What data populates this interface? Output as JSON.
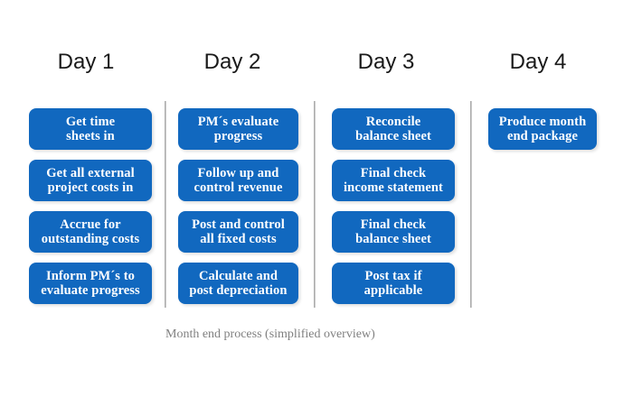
{
  "diagram": {
    "caption": "Month end process (simplified overview)",
    "accent_color": "#1168bf",
    "text_color": "#ffffff",
    "heading_color": "#1a1a1a",
    "caption_color": "#808080",
    "divider_color": "#b3b3b3",
    "background": "#ffffff"
  },
  "columns": [
    {
      "heading": "Day 1",
      "tasks": [
        {
          "label": "Get time\nsheets in"
        },
        {
          "label": "Get all external\nproject costs in"
        },
        {
          "label": "Accrue for\noutstanding costs"
        },
        {
          "label": "Inform PM´s to\nevaluate progress"
        }
      ]
    },
    {
      "heading": "Day 2",
      "tasks": [
        {
          "label": "PM´s  evaluate\nprogress"
        },
        {
          "label": "Follow up and\ncontrol revenue"
        },
        {
          "label": "Post and control\nall fixed costs"
        },
        {
          "label": "Calculate and\npost depreciation"
        }
      ]
    },
    {
      "heading": "Day 3",
      "tasks": [
        {
          "label": "Reconcile\nbalance sheet"
        },
        {
          "label": "Final check\nincome statement"
        },
        {
          "label": "Final check\nbalance sheet"
        },
        {
          "label": "Post tax if\napplicable"
        }
      ]
    },
    {
      "heading": "Day 4",
      "tasks": [
        {
          "label": "Produce month\nend package"
        }
      ]
    }
  ]
}
